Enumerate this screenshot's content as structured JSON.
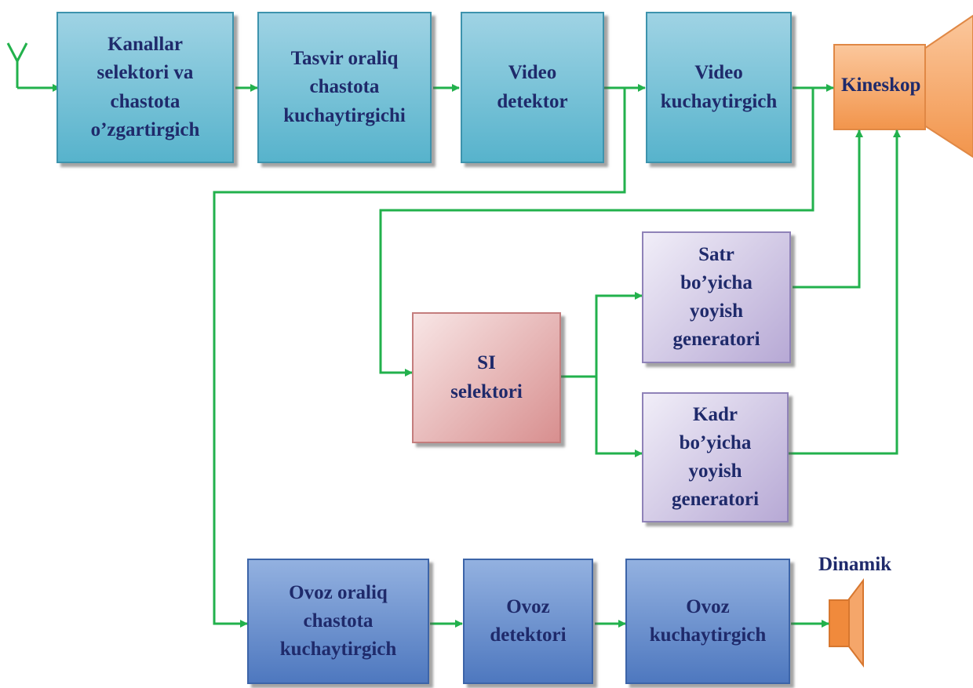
{
  "colors": {
    "wire": "#22b14c",
    "text": "#1f2a6b",
    "kineskop": "#f5a66a",
    "speaker": "#f08a3c"
  },
  "blocks": {
    "kanal": "Kanallar\nselektori va\nchastota\no’zgartirgich",
    "tasvir": "Tasvir oraliq\nchastota\nkuchaytirgichi",
    "video_det": "Video\ndetektor",
    "video_kuch": "Video\nkuchaytirgich",
    "kineskop": "Kineskop",
    "satr": "Satr\nbo’yicha\nyoyish\ngeneratori",
    "si": "SI\nselektori",
    "kadr": "Kadr\nbo’yicha\nyoyish\ngeneratori",
    "ovoz_oraliq": "Ovoz oraliq\nchastota\nkuchaytirgich",
    "ovoz_det": "Ovoz\ndetektori",
    "ovoz_kuch": "Ovoz\nkuchaytirgich",
    "dinamik": "Dinamik"
  },
  "icons": {
    "antenna": "antenna-icon",
    "speaker": "speaker-icon"
  }
}
